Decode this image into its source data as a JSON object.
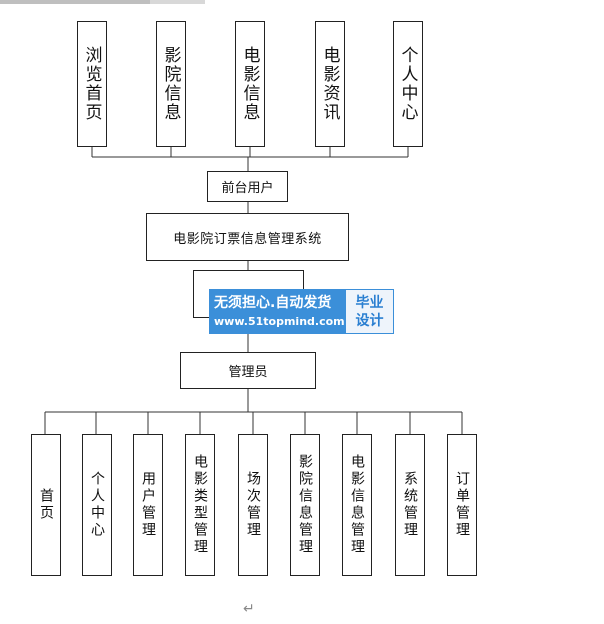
{
  "diagram": {
    "front_modules": [
      "浏览首页",
      "影院信息",
      "电影信息",
      "电影资讯",
      "个人中心"
    ],
    "front_node": "前台用户",
    "system_node": "电影院订票信息管理系统",
    "admin_node": "管理员",
    "admin_modules": [
      "首页",
      "个人中心",
      "用户管理",
      "电影类型管理",
      "场次管理",
      "影院信息管理",
      "电影信息管理",
      "系统管理",
      "订单管理"
    ]
  },
  "watermark": {
    "line1": "无须担心.自动发货",
    "line2": "www.51topmind.com",
    "badge_line1": "毕业",
    "badge_line2": "设计"
  },
  "paragraph_mark": "↵"
}
